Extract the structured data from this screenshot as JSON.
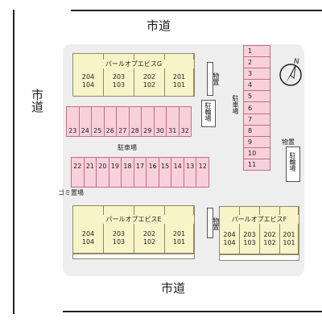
{
  "roads": {
    "north": "市道",
    "south": "市道",
    "west": "市道"
  },
  "buildings": {
    "g": {
      "name": "パールオプエビスG",
      "units": [
        {
          "upper": "204",
          "lower": "104"
        },
        {
          "upper": "203",
          "lower": "103"
        },
        {
          "upper": "202",
          "lower": "102"
        },
        {
          "upper": "201",
          "lower": "101"
        }
      ]
    },
    "e": {
      "name": "パールオプエビスE",
      "units": [
        {
          "upper": "204",
          "lower": "104"
        },
        {
          "upper": "203",
          "lower": "103"
        },
        {
          "upper": "202",
          "lower": "102"
        },
        {
          "upper": "201",
          "lower": "101"
        }
      ]
    },
    "f": {
      "name": "パールオプエビスF",
      "units": [
        {
          "upper": "204",
          "lower": "104"
        },
        {
          "upper": "203",
          "lower": "103"
        },
        {
          "upper": "202",
          "lower": "102"
        },
        {
          "upper": "201",
          "lower": "101"
        }
      ]
    }
  },
  "parking": {
    "label": "駐車場",
    "right_column": [
      "1",
      "2",
      "3",
      "4",
      "5",
      "6",
      "7",
      "8",
      "9",
      "10",
      "11"
    ],
    "upper_row": [
      "23",
      "24",
      "25",
      "26",
      "27",
      "28",
      "29",
      "30",
      "31",
      "32"
    ],
    "lower_row": [
      "22",
      "21",
      "20",
      "19",
      "18",
      "17",
      "16",
      "15",
      "14",
      "13",
      "12"
    ]
  },
  "facilities": {
    "storage": "物置",
    "bicycle": "駐輪場",
    "garbage": "ゴミ置場"
  },
  "compass": {
    "label": "N",
    "icon": "north-arrow-icon"
  }
}
